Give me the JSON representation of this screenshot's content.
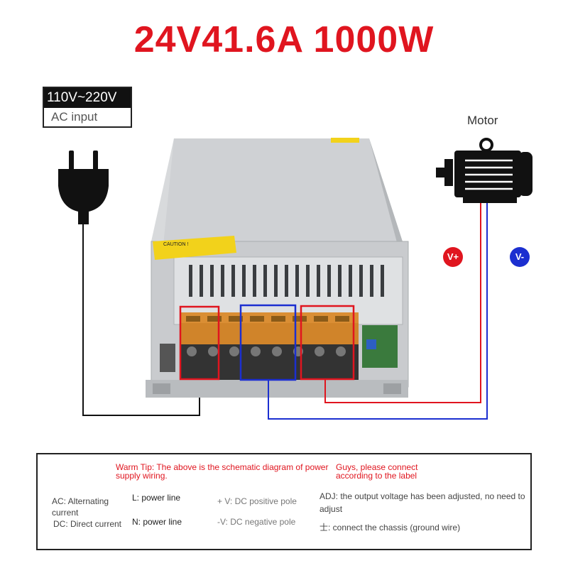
{
  "title": "24V41.6A 1000W",
  "ac_input": {
    "voltage": "110V~220V",
    "label": "AC input"
  },
  "motor": {
    "label": "Motor"
  },
  "terminals": {
    "v_plus": "V+",
    "v_minus": "V-"
  },
  "psu": {
    "caution_label": "CAUTION !"
  },
  "info": {
    "warm_tip": "Warm Tip: The above is the schematic diagram of power supply wiring.",
    "connect_tip": "Guys, please connect according to the label",
    "ac_def": "AC: Alternating current",
    "dc_def": "DC: Direct current",
    "l_def": "L: power line",
    "n_def": "N: power line",
    "vplus_def": "+ V: DC positive pole",
    "vminus_def": "-V: DC negative pole",
    "adj_def": "ADJ: the output voltage has been adjusted, no need to adjust",
    "ground_def": "士: connect the chassis (ground wire)"
  },
  "colors": {
    "title": "#e0151f",
    "positive": "#e0151f",
    "negative": "#1c2fd0",
    "wire": "#111111"
  }
}
